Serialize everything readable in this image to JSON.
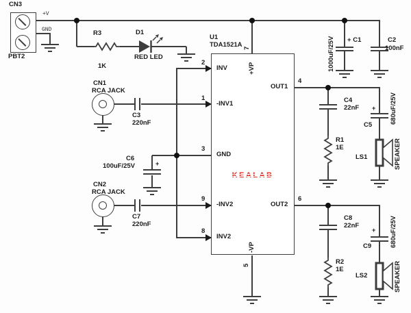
{
  "colors": {
    "wire": "#3d3d3d",
    "text": "#1b1b1b",
    "logo_red": "#e8251d"
  },
  "cn3": {
    "ref": "CN3",
    "part": "PBT2",
    "pin_plus": "+V",
    "pin_gnd": "GND"
  },
  "r3": {
    "ref": "R3",
    "value": "1K"
  },
  "d1": {
    "ref": "D1",
    "value": "RED LED"
  },
  "cn1": {
    "ref": "CN1",
    "type": "RCA JACK"
  },
  "cn2": {
    "ref": "CN2",
    "type": "RCA JACK"
  },
  "c1": {
    "ref": "C1",
    "value": "1000uF/25V",
    "polarity": "+"
  },
  "c2": {
    "ref": "C2",
    "value": "100nF"
  },
  "c3": {
    "ref": "C3",
    "value": "220nF"
  },
  "c4": {
    "ref": "C4",
    "value": "22nF"
  },
  "c5": {
    "ref": "C5",
    "value": "680uF/25V",
    "polarity": "+"
  },
  "c6": {
    "ref": "C6",
    "value": "100uF/25V",
    "polarity": "+"
  },
  "c7": {
    "ref": "C7",
    "value": "220nF"
  },
  "c8": {
    "ref": "C8",
    "value": "22nF"
  },
  "c9": {
    "ref": "C9",
    "value": "680uF/25V",
    "polarity": "+"
  },
  "r1": {
    "ref": "R1",
    "value": "1E"
  },
  "r2": {
    "ref": "R2",
    "value": "1E"
  },
  "ls1": {
    "ref": "LS1",
    "type": "SPEAKER"
  },
  "ls2": {
    "ref": "LS2",
    "type": "SPEAKER"
  },
  "u1": {
    "ref": "U1",
    "part": "TDA1521A",
    "logo": "KEALAB",
    "pins": {
      "p1": {
        "num": "1",
        "label": "-INV1"
      },
      "p2": {
        "num": "2",
        "label": "INV"
      },
      "p3": {
        "num": "3",
        "label": "GND"
      },
      "p4": {
        "num": "4",
        "label": "OUT1"
      },
      "p5": {
        "num": "5",
        "label": "-VP"
      },
      "p6": {
        "num": "6",
        "label": "OUT2"
      },
      "p7": {
        "num": "7",
        "label": "+VP"
      },
      "p8": {
        "num": "8",
        "label": "INV2"
      },
      "p9": {
        "num": "9",
        "label": "-INV2"
      }
    }
  }
}
